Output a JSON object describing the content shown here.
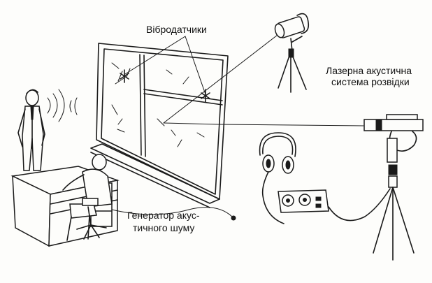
{
  "labels": {
    "vibro_sensors": "Вібродатчики",
    "laser_line1": "Лазерна акустична",
    "laser_line2": "система розвідки",
    "generator_line1": "Генератор акус-",
    "generator_line2": "тичного шуму"
  }
}
